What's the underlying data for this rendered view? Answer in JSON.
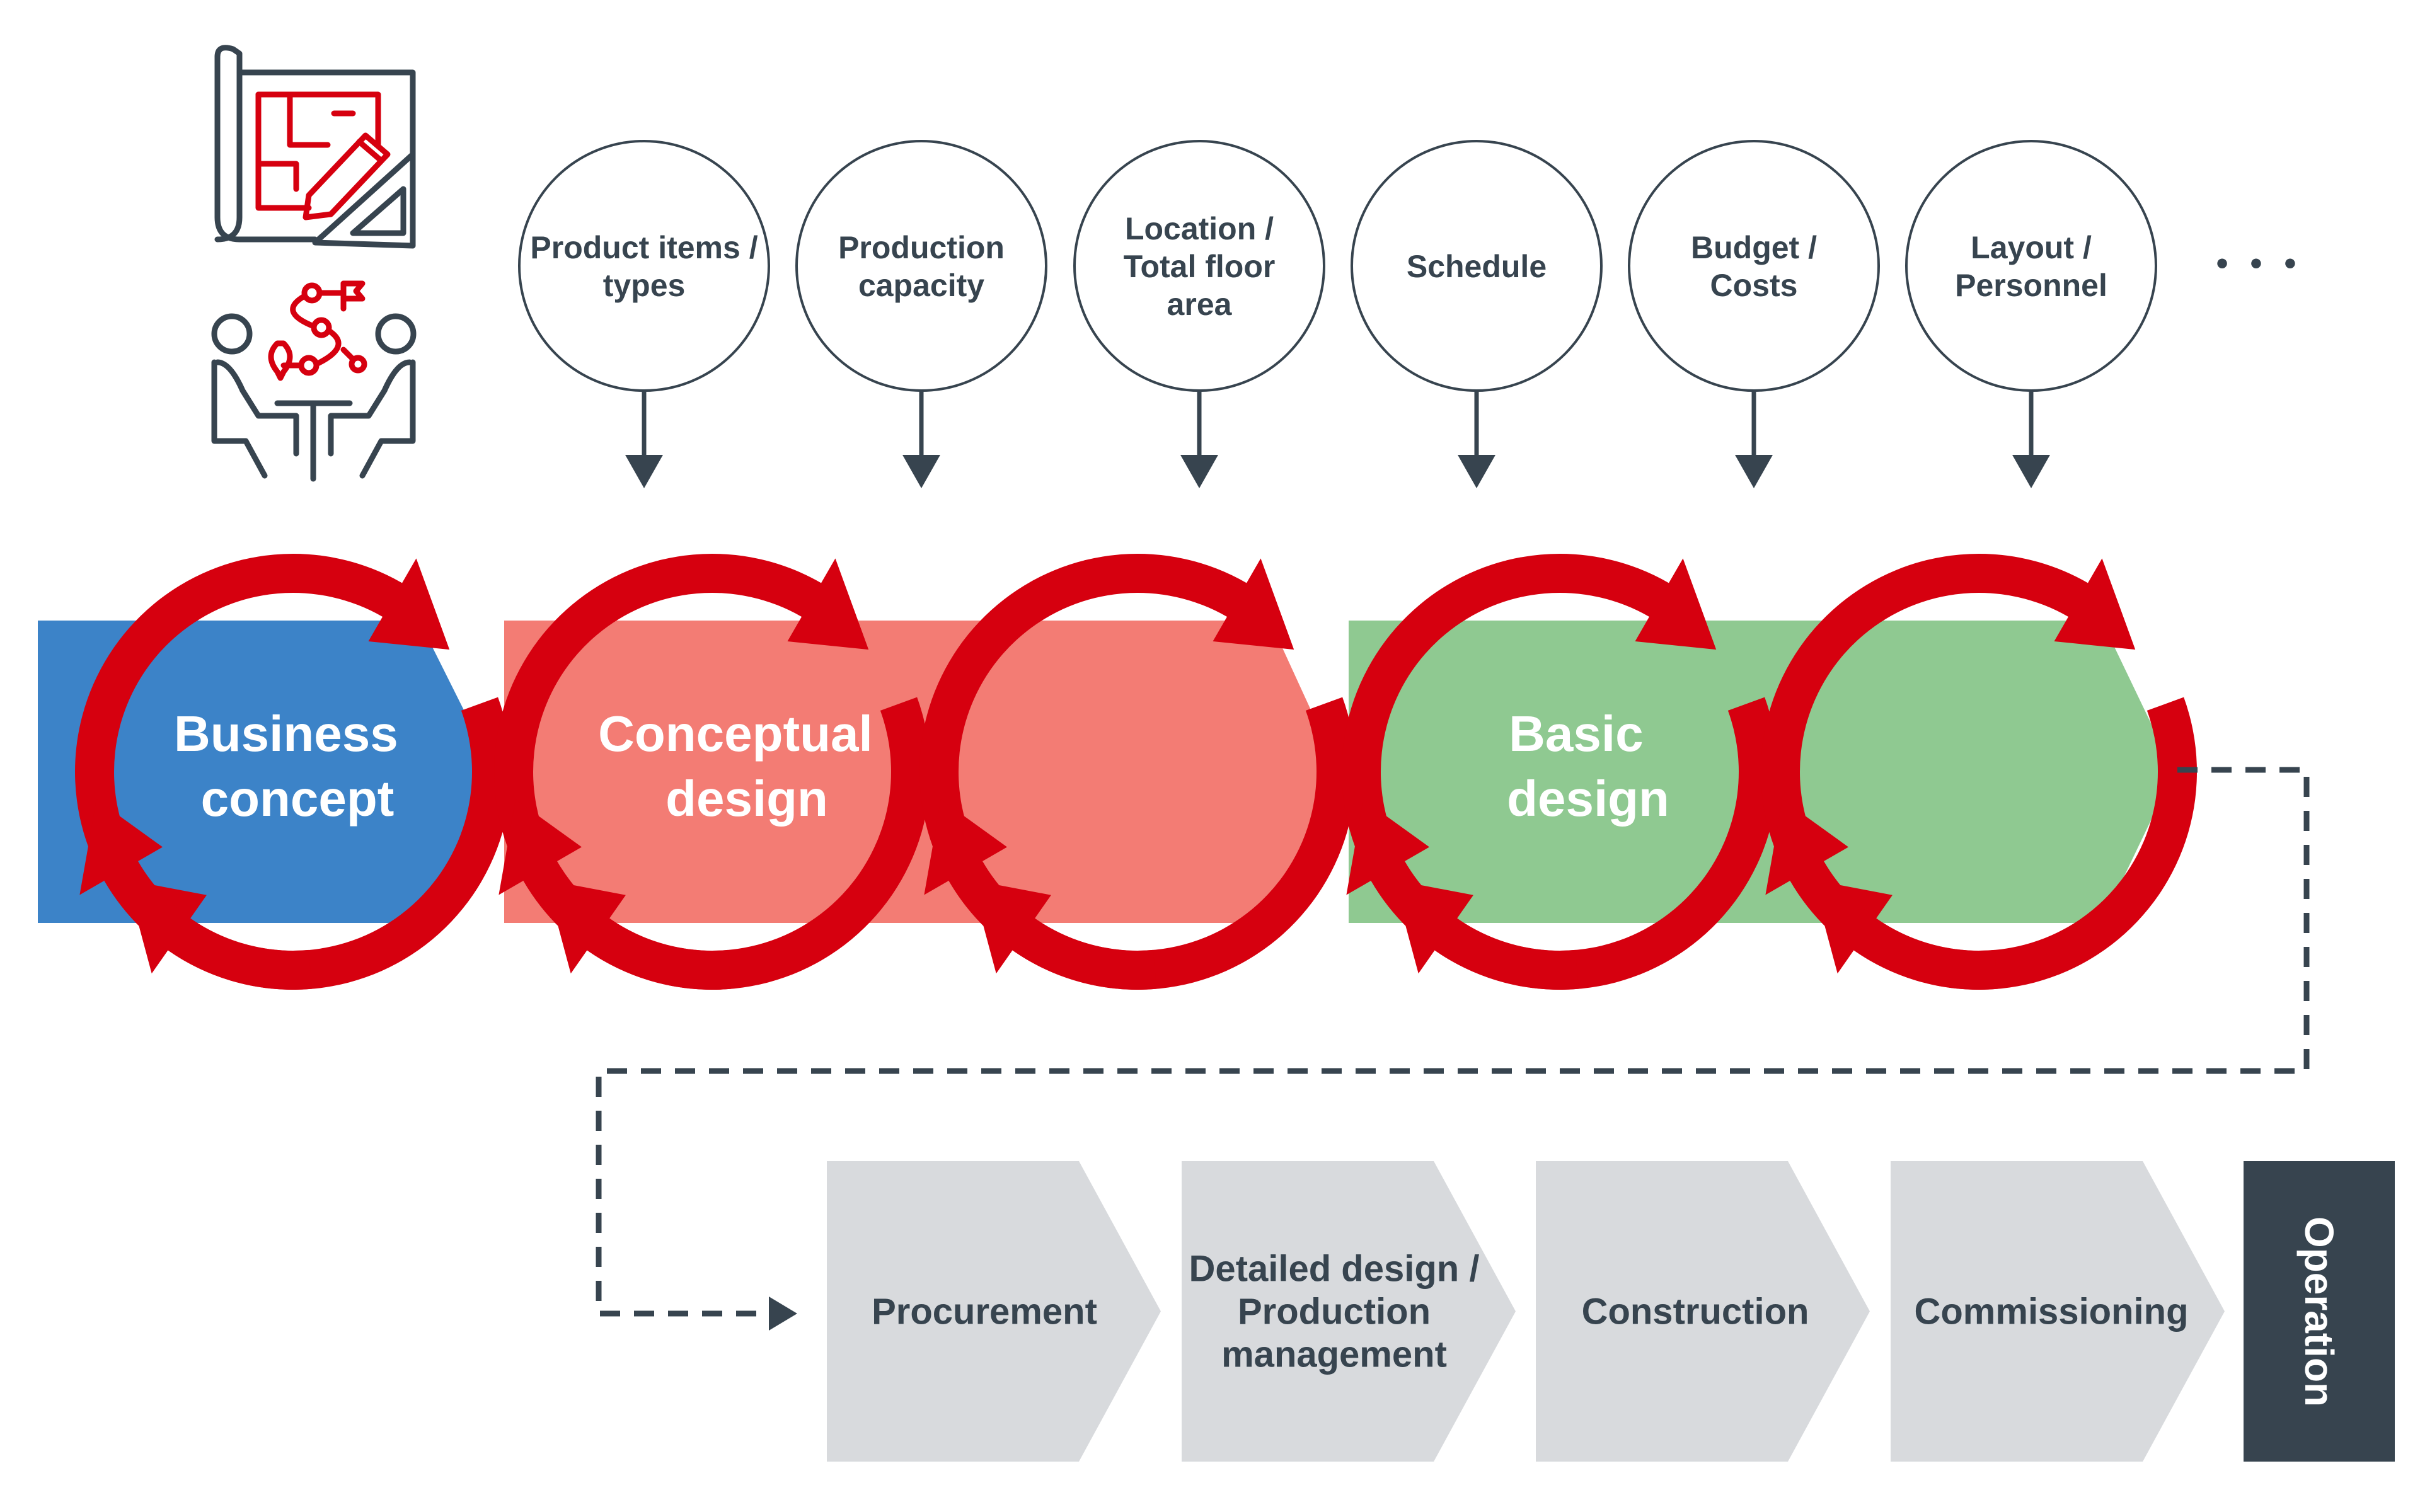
{
  "inputs": [
    {
      "lines": [
        "Product items /",
        "types"
      ]
    },
    {
      "lines": [
        "Production",
        "capacity"
      ]
    },
    {
      "lines": [
        "Location /",
        "Total floor",
        "area"
      ]
    },
    {
      "lines": [
        "Schedule"
      ]
    },
    {
      "lines": [
        "Budget /",
        "Costs"
      ]
    },
    {
      "lines": [
        "Layout /",
        "Personnel"
      ]
    }
  ],
  "more_indicator": "• • •",
  "phases": [
    {
      "lines": [
        "Business",
        "concept"
      ],
      "color": "#3c83c8"
    },
    {
      "lines": [
        "Conceptual",
        "design"
      ],
      "color": "#f27168"
    },
    {
      "lines": [
        "Basic",
        "design"
      ],
      "color": "#7fc182"
    }
  ],
  "execution_steps": [
    {
      "lines": [
        "Procurement"
      ]
    },
    {
      "lines": [
        "Detailed design /",
        "Production",
        "management"
      ]
    },
    {
      "lines": [
        "Construction"
      ]
    },
    {
      "lines": [
        "Commissioning"
      ]
    }
  ],
  "final_step": {
    "label": "Operation",
    "color": "#37444f"
  },
  "colors": {
    "loop_red": "#d6000f",
    "dark": "#37444f",
    "grey_box": "#d8dadd",
    "icon_red": "#d6000f"
  },
  "icons": [
    "blueprint-icon",
    "meeting-planning-icon"
  ]
}
